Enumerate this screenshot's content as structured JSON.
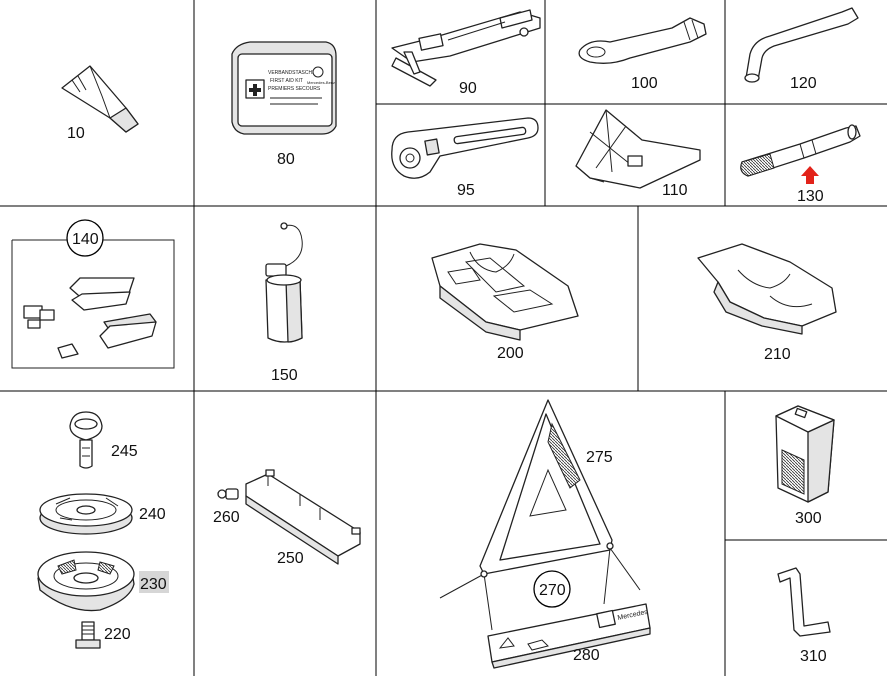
{
  "parts": [
    {
      "id": "10",
      "label": "10"
    },
    {
      "id": "80",
      "label": "80"
    },
    {
      "id": "90",
      "label": "90"
    },
    {
      "id": "100",
      "label": "100"
    },
    {
      "id": "120",
      "label": "120"
    },
    {
      "id": "95",
      "label": "95"
    },
    {
      "id": "110",
      "label": "110"
    },
    {
      "id": "130",
      "label": "130"
    },
    {
      "id": "140",
      "label": "140"
    },
    {
      "id": "150",
      "label": "150"
    },
    {
      "id": "200",
      "label": "200"
    },
    {
      "id": "210",
      "label": "210"
    },
    {
      "id": "245",
      "label": "245"
    },
    {
      "id": "240",
      "label": "240"
    },
    {
      "id": "230",
      "label": "230"
    },
    {
      "id": "220",
      "label": "220"
    },
    {
      "id": "260",
      "label": "260"
    },
    {
      "id": "250",
      "label": "250"
    },
    {
      "id": "275",
      "label": "275"
    },
    {
      "id": "270",
      "label": "270"
    },
    {
      "id": "280",
      "label": "280"
    },
    {
      "id": "300",
      "label": "300"
    },
    {
      "id": "310",
      "label": "310"
    }
  ],
  "highlighted_part": "230",
  "indicator_color": "#e2231a",
  "highlight_color": "#d6d6d6",
  "first_aid_kit": {
    "line1": "VERBANDSTASCHE",
    "line2": "FIRST AID KIT",
    "line3": "PREMIERS SECOURS",
    "brand": "Mercedes-Benz"
  },
  "warning_plate": {
    "brand": "Mercedes"
  }
}
